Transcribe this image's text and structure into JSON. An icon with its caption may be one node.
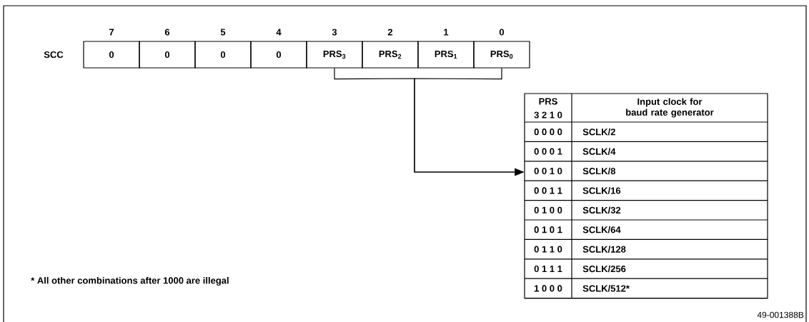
{
  "diagram": {
    "nodes": [
      {
        "text": [
          "0"
        ]
      },
      {
        "text": [
          "0"
        ]
      },
      {
        "text": [
          "0"
        ]
      },
      {
        "text": [
          "0"
        ]
      },
      {
        "text": [
          "PRS$_{3}$"
        ]
      },
      {
        "text": [
          "PRS$_{2}$"
        ]
      },
      {
        "text": [
          "PRS$_{1}$"
        ]
      },
      {
        "text": [
          "PRS$_{0}$"
        ]
      },
      {
        "text": [
          "PRS",
          "3 2 1 0",
          "Input clock for baud rate generator",
          "0 0 0 0",
          "SCLK/2",
          "0 0 0 1",
          "SCLK/4",
          "0 0 1 0",
          "SCLK/8",
          "0 0 1 1",
          "SCLK/16",
          "0 1 0 0",
          "SCLK/32",
          "0 1 0 1",
          "SCLK/64",
          "0 1 1 0",
          "SCLK/128",
          "0 1 1 1",
          "SCLK/256",
          "1 0 0 0",
          "SCLK/512*"
        ]
      }
    ],
    "edges": [
      {
        "from": 4,
        "to": 8,
        "arrow": "to"
      },
      {
        "from": 7,
        "to": 8,
        "arrow": "to"
      }
    ],
    "labels": [
      "7",
      "6",
      "5",
      "4",
      "3",
      "2",
      "1",
      "0",
      "SCC",
      "* All other combinations after 1000 are illegal",
      "49-001388B"
    ]
  }
}
